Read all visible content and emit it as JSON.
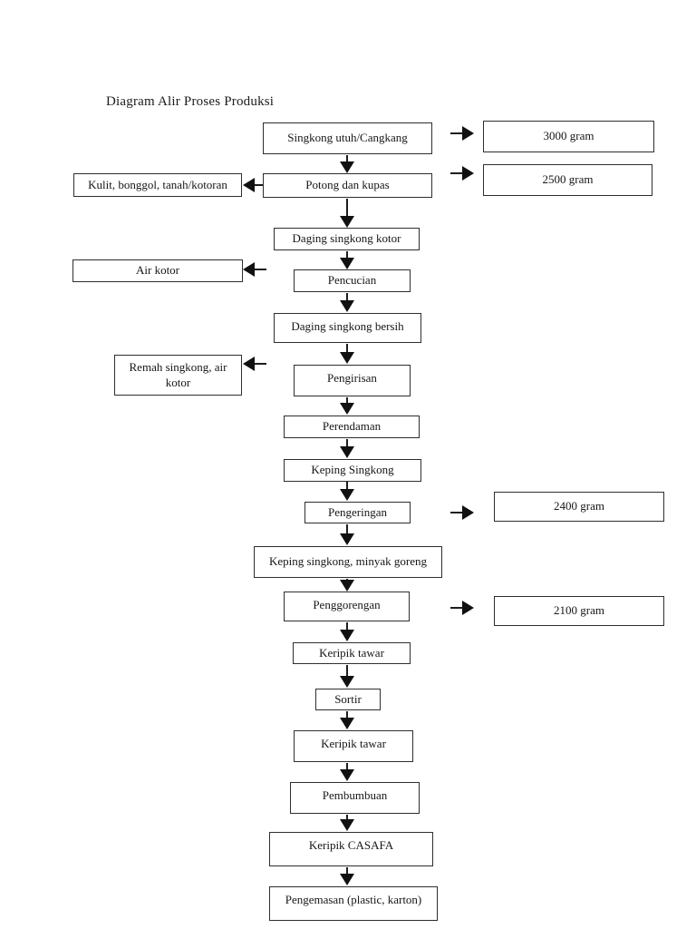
{
  "page": {
    "title": "Diagram Alir Proses Produksi"
  },
  "diagram": {
    "nodes": {
      "singkong_utuh": "Singkong utuh/Cangkang",
      "gram_3000": "3000 gram",
      "kulit_bonggol": "Kulit, bonggol, tanah/kotoran",
      "potong_kupas": "Potong dan kupas",
      "gram_2500": "2500 gram",
      "daging_kotor": "Daging singkong kotor",
      "air_kotor": "Air kotor",
      "pencucian": "Pencucian",
      "daging_bersih": "Daging singkong bersih",
      "remah_singkong": "Remah singkong, air kotor",
      "pengirisan": "Pengirisan",
      "perendaman": "Perendaman",
      "keping_singkong": "Keping Singkong",
      "pengeringan": "Pengeringan",
      "gram_2400": "2400 gram",
      "keping_minyak": "Keping singkong, minyak goreng",
      "penggorengan": "Penggorengan",
      "gram_2100": "2100 gram",
      "keripik_tawar_1": "Keripik tawar",
      "sortir": "Sortir",
      "keripik_tawar_2": "Keripik tawar",
      "pembumbuan": "Pembumbuan",
      "keripik_casafa": "Keripik CASAFA",
      "pengemasan": "Pengemasan (plastic, karton)"
    },
    "edges": [
      {
        "from": "singkong_utuh",
        "to": "gram_3000",
        "direction": "right"
      },
      {
        "from": "singkong_utuh",
        "to": "potong_kupas",
        "direction": "down"
      },
      {
        "from": "potong_kupas",
        "to": "kulit_bonggol",
        "direction": "left"
      },
      {
        "from": "potong_kupas",
        "to": "gram_2500",
        "direction": "right"
      },
      {
        "from": "potong_kupas",
        "to": "daging_kotor",
        "direction": "down"
      },
      {
        "from": "daging_kotor",
        "to": "pencucian",
        "direction": "down"
      },
      {
        "from": "pencucian",
        "to": "air_kotor",
        "direction": "left"
      },
      {
        "from": "pencucian",
        "to": "daging_bersih",
        "direction": "down"
      },
      {
        "from": "daging_bersih",
        "to": "pengirisan",
        "direction": "down"
      },
      {
        "from": "pengirisan",
        "to": "remah_singkong",
        "direction": "left"
      },
      {
        "from": "pengirisan",
        "to": "perendaman",
        "direction": "down"
      },
      {
        "from": "perendaman",
        "to": "keping_singkong",
        "direction": "down"
      },
      {
        "from": "keping_singkong",
        "to": "pengeringan",
        "direction": "down"
      },
      {
        "from": "pengeringan",
        "to": "gram_2400",
        "direction": "right"
      },
      {
        "from": "pengeringan",
        "to": "keping_minyak",
        "direction": "down"
      },
      {
        "from": "keping_minyak",
        "to": "penggorengan",
        "direction": "down"
      },
      {
        "from": "penggorengan",
        "to": "gram_2100",
        "direction": "right"
      },
      {
        "from": "penggorengan",
        "to": "keripik_tawar_1",
        "direction": "down"
      },
      {
        "from": "keripik_tawar_1",
        "to": "sortir",
        "direction": "down"
      },
      {
        "from": "sortir",
        "to": "keripik_tawar_2",
        "direction": "down"
      },
      {
        "from": "keripik_tawar_2",
        "to": "pembumbuan",
        "direction": "down"
      },
      {
        "from": "pembumbuan",
        "to": "keripik_casafa",
        "direction": "down"
      },
      {
        "from": "keripik_casafa",
        "to": "pengemasan",
        "direction": "down"
      }
    ],
    "colors": {
      "background": "#ffffff",
      "box_border": "#2e2e2e",
      "text": "#161616",
      "arrow": "#111111"
    }
  }
}
